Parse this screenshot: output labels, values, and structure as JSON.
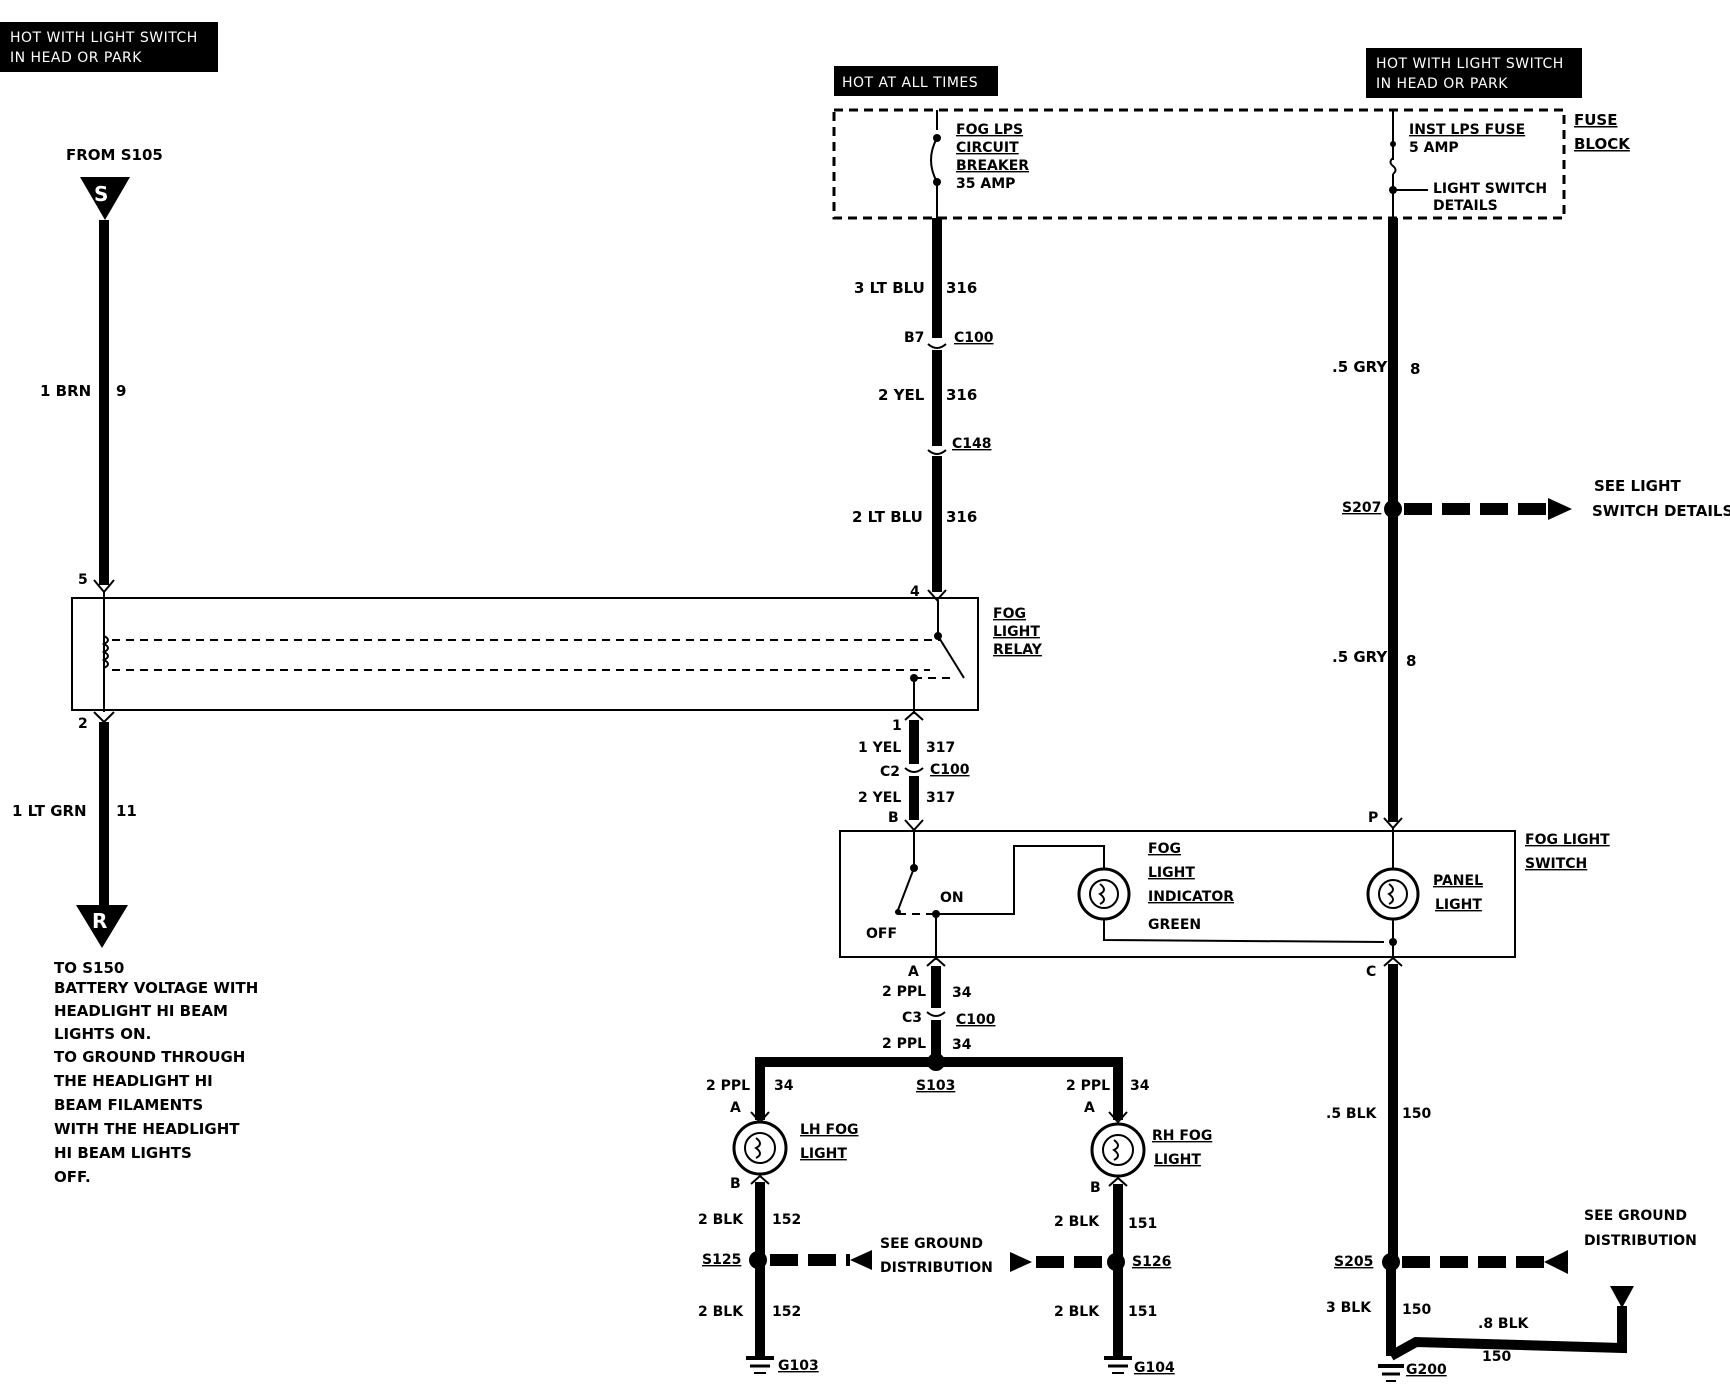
{
  "banners": {
    "left": [
      "HOT WITH LIGHT SWITCH",
      "IN HEAD OR PARK"
    ],
    "hot_always": "HOT AT ALL TIMES",
    "right": [
      "HOT WITH LIGHT SWITCH",
      "IN HEAD OR PARK"
    ]
  },
  "fuse_block": {
    "label": [
      "FUSE",
      "BLOCK"
    ],
    "breaker": [
      "FOG LPS",
      "CIRCUIT",
      "BREAKER"
    ],
    "breaker_rating": "35 AMP",
    "fuse": "INST LPS FUSE",
    "fuse_rating": "5 AMP",
    "switch_details": [
      "LIGHT SWITCH",
      "DETAILS"
    ]
  },
  "left_side": {
    "from": "FROM S105",
    "top_symbol": "S",
    "wire_top": {
      "size_color": "1 BRN",
      "circuit": "9"
    },
    "pin_top": "5",
    "pin_bottom": "2",
    "wire_bottom": {
      "size_color": "1 LT GRN",
      "circuit": "11"
    },
    "bottom_symbol": "R",
    "note": [
      "TO S150",
      "BATTERY VOLTAGE WITH",
      "HEADLIGHT HI BEAM",
      "LIGHTS ON.",
      "TO GROUND THROUGH",
      "THE HEADLIGHT HI",
      "BEAM FILAMENTS",
      "WITH THE HEADLIGHT",
      "HI BEAM LIGHTS",
      "OFF."
    ]
  },
  "center_feed": {
    "w1": {
      "size_color": "3 LT BLU",
      "circuit": "316"
    },
    "c100_pin": "B7",
    "c100": "C100",
    "w2": {
      "size_color": "2 YEL",
      "circuit": "316"
    },
    "c148": "C148",
    "w3": {
      "size_color": "2 LT BLU",
      "circuit": "316"
    },
    "relay_pin_in": "4",
    "relay_label": [
      "FOG",
      "LIGHT",
      "RELAY"
    ],
    "relay_pin_out": "1",
    "w4": {
      "size_color": "1 YEL",
      "circuit": "317"
    },
    "c2_pin": "C2",
    "c2_conn": "C100",
    "w5": {
      "size_color": "2 YEL",
      "circuit": "317"
    },
    "switch_pin_b": "B"
  },
  "fog_switch": {
    "label": [
      "FOG LIGHT",
      "SWITCH"
    ],
    "on": "ON",
    "off": "OFF",
    "indicator": [
      "FOG",
      "LIGHT",
      "INDICATOR"
    ],
    "indicator_color": "GREEN",
    "panel": [
      "PANEL",
      "LIGHT"
    ],
    "pin_a": "A",
    "pin_p": "P",
    "pin_c": "C"
  },
  "right_feed": {
    "w1": {
      "size_color": ".5 GRY",
      "circuit": "8"
    },
    "splice": "S207",
    "see": [
      "SEE LIGHT",
      "SWITCH DETAILS"
    ],
    "w2": {
      "size_color": ".5 GRY",
      "circuit": "8"
    }
  },
  "lamps": {
    "w_a": {
      "size_color": "2 PPL",
      "circuit": "34"
    },
    "c3_pin": "C3",
    "c3_conn": "C100",
    "w_b": {
      "size_color": "2 PPL",
      "circuit": "34"
    },
    "splice": "S103",
    "lh": {
      "wire_in": {
        "size_color": "2 PPL",
        "circuit": "34"
      },
      "pin_a": "A",
      "label": [
        "LH FOG",
        "LIGHT"
      ],
      "pin_b": "B",
      "wire_out": {
        "size_color": "2 BLK",
        "circuit": "152"
      },
      "splice": "S125",
      "wire_gnd": {
        "size_color": "2 BLK",
        "circuit": "152"
      },
      "ground": "G103"
    },
    "rh": {
      "wire_in": {
        "size_color": "2 PPL",
        "circuit": "34"
      },
      "pin_a": "A",
      "label": [
        "RH FOG",
        "LIGHT"
      ],
      "pin_b": "B",
      "wire_out": {
        "size_color": "2 BLK",
        "circuit": "151"
      },
      "splice": "S126",
      "wire_gnd": {
        "size_color": "2 BLK",
        "circuit": "151"
      },
      "ground": "G104"
    },
    "see_ground": [
      "SEE GROUND",
      "DISTRIBUTION"
    ]
  },
  "right_ground": {
    "w1": {
      "size_color": ".5 BLK",
      "circuit": "150"
    },
    "splice": "S205",
    "see_ground": [
      "SEE GROUND",
      "DISTRIBUTION"
    ],
    "w2": {
      "size_color": "3 BLK",
      "circuit": "150"
    },
    "w3": {
      "size_color": ".8 BLK",
      "circuit": "150"
    },
    "ground": "G200"
  }
}
